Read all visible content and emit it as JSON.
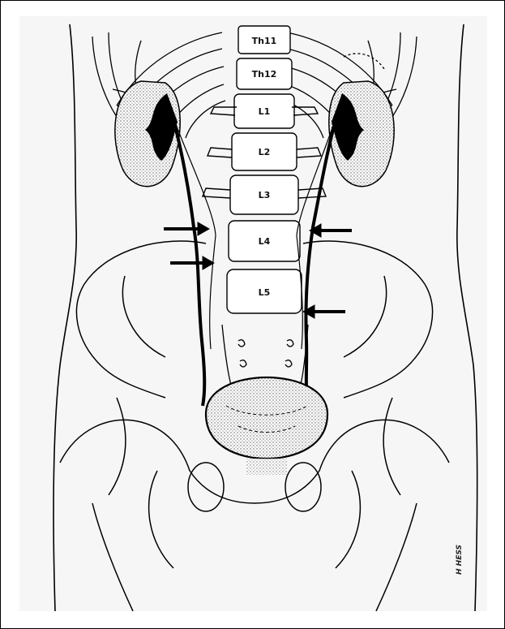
{
  "figure": {
    "vertebrae": [
      {
        "id": "th11",
        "label": "Th11"
      },
      {
        "id": "th12",
        "label": "Th12"
      },
      {
        "id": "l1",
        "label": "L1"
      },
      {
        "id": "l2",
        "label": "L2"
      },
      {
        "id": "l3",
        "label": "L3"
      },
      {
        "id": "l4",
        "label": "L4"
      },
      {
        "id": "l5",
        "label": "L5"
      }
    ],
    "signature": "H HESS",
    "colors": {
      "line": "#000000",
      "shade": "#c8c8c8",
      "paper": "#f6f6f6"
    }
  }
}
